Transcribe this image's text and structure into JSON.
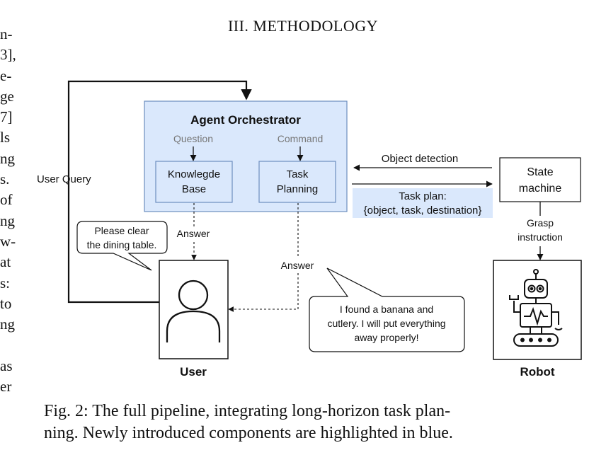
{
  "left_column": [
    "n-",
    "3],",
    "e-",
    "ge",
    "7]",
    "ls",
    "ng",
    "s.",
    "of",
    "ng",
    "w-",
    "at",
    "s:",
    "to",
    "ng",
    "",
    "as",
    "er"
  ],
  "section_heading": "III. METHODOLOGY",
  "diagram": {
    "orchestrator": {
      "title": "Agent Orchestrator",
      "question_label": "Question",
      "command_label": "Command",
      "knowledge_base": [
        "Knowlegde",
        "Base"
      ],
      "task_planning": [
        "Task",
        "Planning"
      ]
    },
    "user_query_label": "User Query",
    "object_detection_label": "Object detection",
    "task_plan_label": [
      "Task plan:",
      "{object, task, destination}"
    ],
    "state_machine": [
      "State",
      "machine"
    ],
    "grasp_label": [
      "Grasp",
      "instruction"
    ],
    "user_bubble": [
      "Please clear",
      "the dining table."
    ],
    "answer_label_1": "Answer",
    "answer_label_2": "Answer",
    "robot_bubble": [
      "I found a banana and",
      "cutlery. I will put everything",
      "away properly!"
    ],
    "user_label": "User",
    "robot_label": "Robot",
    "colors": {
      "highlight_fill": "#dae8fc",
      "highlight_stroke": "#6c8ebf"
    }
  },
  "caption": [
    "Fig. 2: The full pipeline, integrating long-horizon task plan-",
    "ning. Newly introduced components are highlighted in blue."
  ]
}
